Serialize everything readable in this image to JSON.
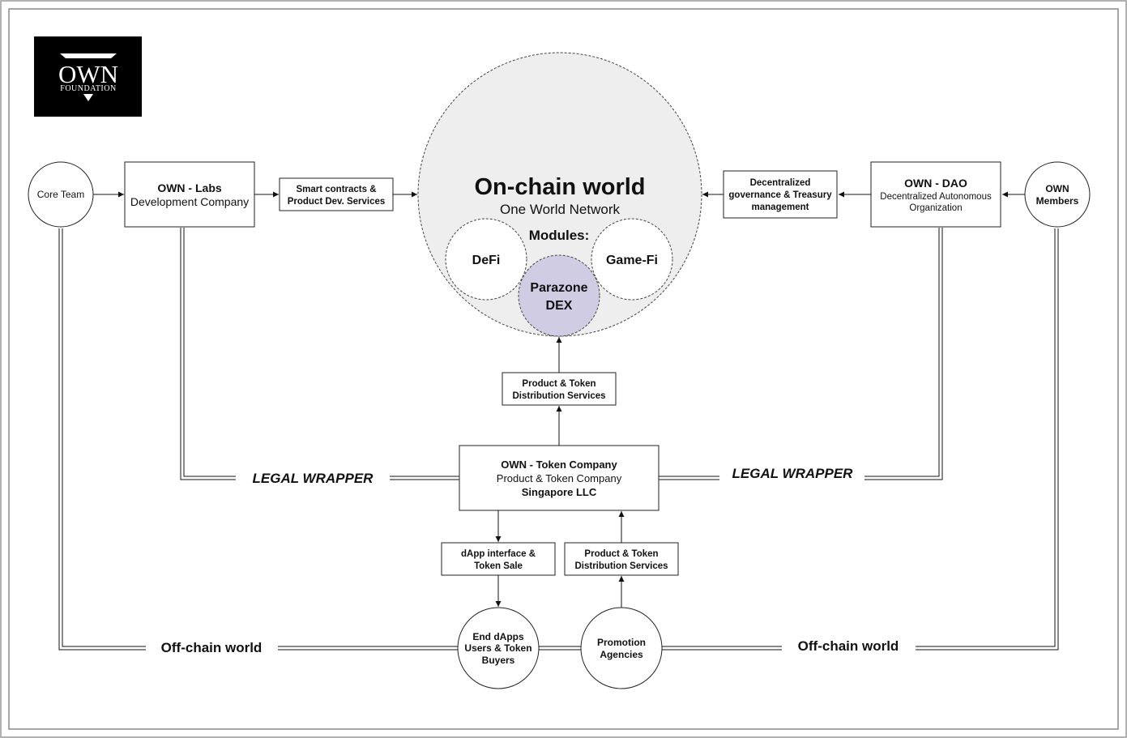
{
  "colors": {
    "onchain_fill": "#eeeeee",
    "dex_fill": "#d0cce3",
    "logo_bg": "#000000",
    "frame": "#999999"
  },
  "logo": {
    "top": "OWN",
    "bottom": "FOUNDATION"
  },
  "onchain": {
    "title": "On-chain world",
    "subtitle": "One World Network",
    "modules_label": "Modules:",
    "defi": "DeFi",
    "gamefi": "Game-Fi",
    "dex_line1": "Parazone",
    "dex_line2": "DEX"
  },
  "left": {
    "core_team": "Core Team",
    "labs_title": "OWN - Labs",
    "labs_sub": "Development Company",
    "services_line1": "Smart contracts &",
    "services_line2": "Product Dev. Services"
  },
  "right": {
    "members_line1": "OWN",
    "members_line2": "Members",
    "dao_title": "OWN - DAO",
    "dao_sub1": "Decentralized Autonomous",
    "dao_sub2": "Organization",
    "gov_line1": "Decentralized",
    "gov_line2": "governance & Treasury",
    "gov_line3": "management"
  },
  "center": {
    "dist_top_line1": "Product & Token",
    "dist_top_line2": "Distribution Services",
    "token_title": "OWN - Token Company",
    "token_sub": "Product & Token Company",
    "token_sub2": "Singapore LLC",
    "legal_left": "LEGAL WRAPPER",
    "legal_right": "LEGAL WRAPPER",
    "dapp_line1": "dApp interface &",
    "dapp_line2": "Token Sale",
    "dist_bottom_line1": "Product & Token",
    "dist_bottom_line2": "Distribution Services",
    "users_line1": "End dApps",
    "users_line2": "Users & Token",
    "users_line3": "Buyers",
    "promo_line1": "Promotion",
    "promo_line2": "Agencies"
  },
  "offchain": {
    "left": "Off-chain world",
    "right": "Off-chain world"
  }
}
